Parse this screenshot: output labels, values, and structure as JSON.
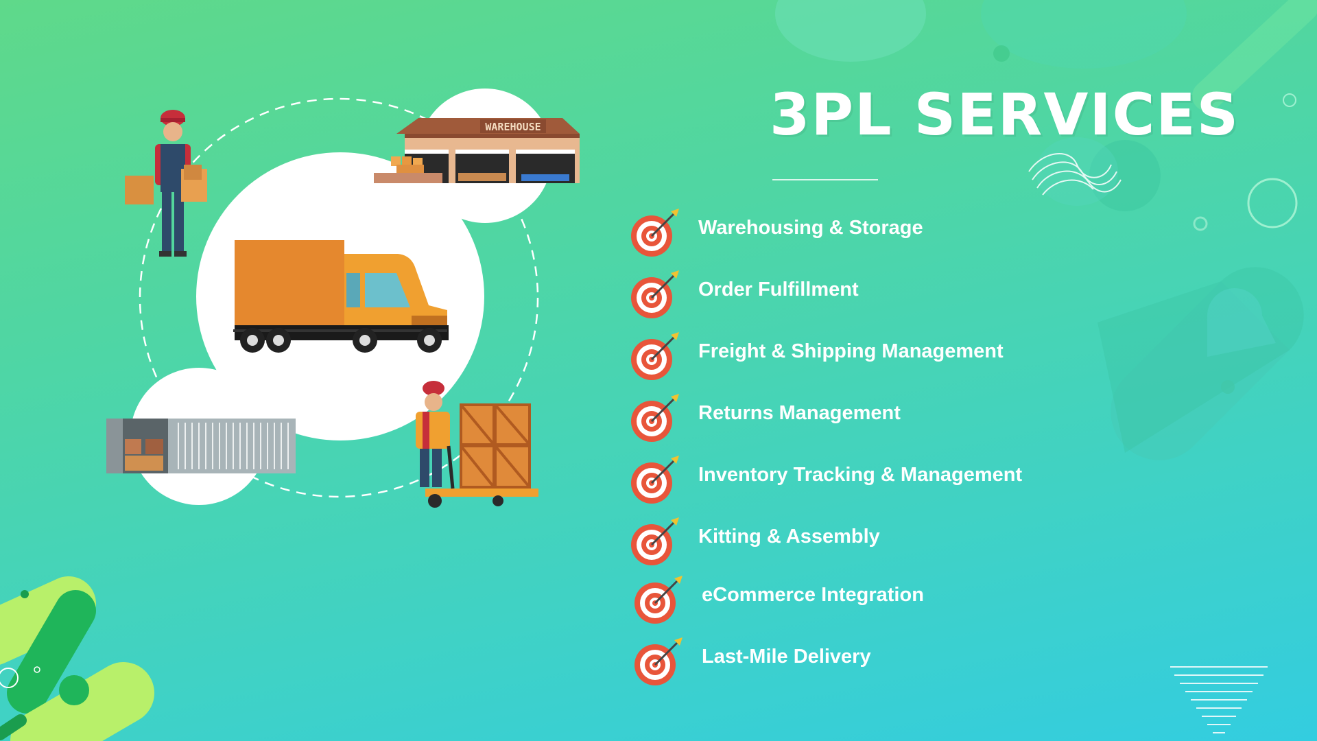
{
  "title": "3PL SERVICES",
  "colors": {
    "background_start": "#5fd98a",
    "background_end": "#33cde0",
    "target_red": "#e8553a",
    "truck_orange": "#f0a030",
    "dark_green": "#1fb55a",
    "lime": "#b8f06a"
  },
  "services": [
    {
      "label": "Warehousing & Storage",
      "icon": "target-icon"
    },
    {
      "label": "Order Fulfillment",
      "icon": "target-icon"
    },
    {
      "label": "Freight & Shipping Management",
      "icon": "target-icon"
    },
    {
      "label": "Returns Management",
      "icon": "target-icon"
    },
    {
      "label": "Inventory Tracking & Management",
      "icon": "target-icon"
    },
    {
      "label": "Kitting & Assembly",
      "icon": "target-icon"
    },
    {
      "label": "eCommerce Integration",
      "icon": "target-icon"
    },
    {
      "label": "Last-Mile Delivery",
      "icon": "target-icon"
    }
  ],
  "illustration": {
    "warehouse_sign": "WAREHOUSE",
    "items": [
      "delivery-worker-icon",
      "warehouse-icon",
      "truck-icon",
      "container-icon",
      "pallet-jack-worker-icon"
    ]
  }
}
